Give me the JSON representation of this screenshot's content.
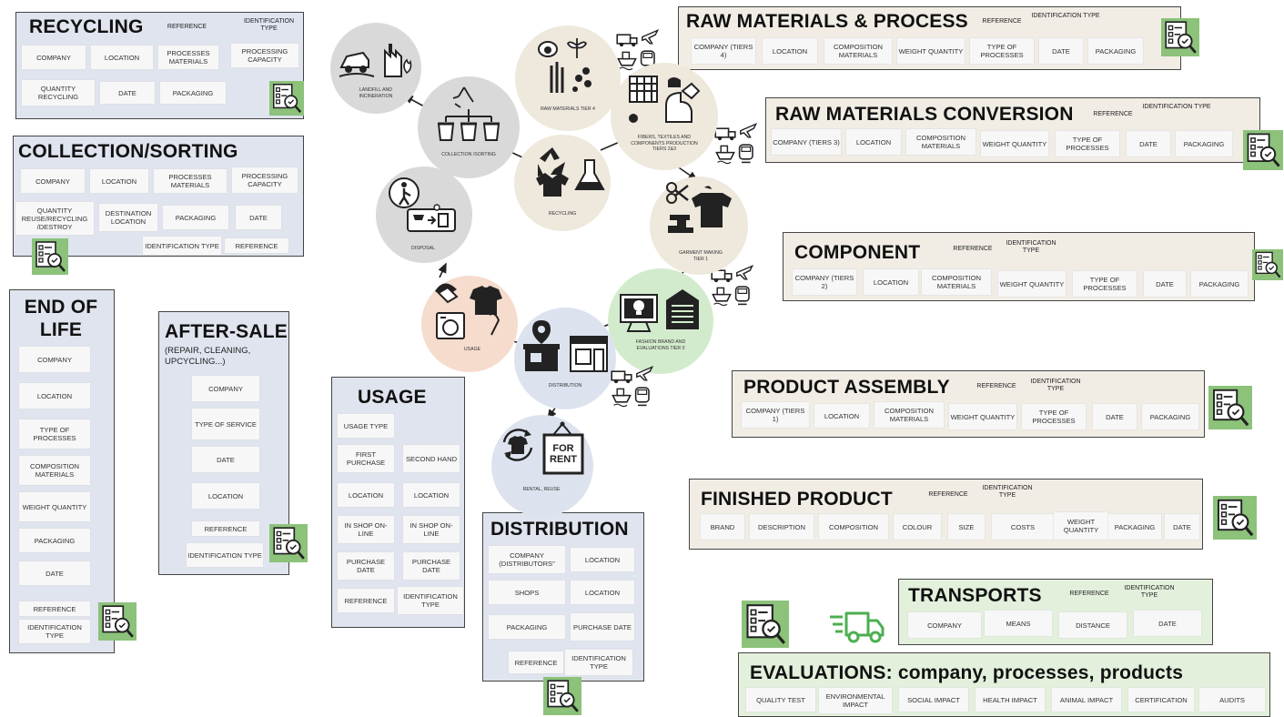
{
  "colors": {
    "panel_blue": "#dfe4ee",
    "panel_beige": "#f1ede5",
    "panel_green": "#e3f0dc",
    "icon_green": "#8cc27a"
  },
  "icons": [
    "checklist-search-icon",
    "truck-icon",
    "airplane-icon",
    "ship-icon",
    "train-icon",
    "delivery-truck-icon"
  ],
  "recycling": {
    "title": "RECYCLING",
    "reference": "REFERENCE",
    "identification_type": "IDENTIFICATION TYPE",
    "company": "COMPANY",
    "location": "LOCATION",
    "processes_materials": "PROCESSES MATERIALS",
    "processing_capacity": "PROCESSING CAPACITY",
    "quantity_recycling": "QUANTITY RECYCLING",
    "date": "DATE",
    "packaging": "PACKAGING"
  },
  "collection": {
    "title": "COLLECTION/SORTING",
    "company": "COMPANY",
    "location": "LOCATION",
    "processes_materials": "PROCESSES MATERIALS",
    "processing_capacity": "PROCESSING CAPACITY",
    "quantity": "QUANTITY REUSE/RECYCLING /DESTROY",
    "destination": "DESTINATION LOCATION",
    "packaging": "PACKAGING",
    "date": "DATE",
    "identification_type": "IDENTIFICATION TYPE",
    "reference": "REFERENCE"
  },
  "end_of_life": {
    "title": "END OF LIFE",
    "company": "COMPANY",
    "location": "LOCATION",
    "type_of_processes": "TYPE OF PROCESSES",
    "composition_materials": "COMPOSITION MATERIALS",
    "weight_quantity": "WEIGHT QUANTITY",
    "packaging": "PACKAGING",
    "date": "DATE",
    "reference": "REFERENCE",
    "identification_type": "IDENTIFICATION TYPE"
  },
  "after_sale": {
    "title": "AFTER-SALE",
    "subtitle": "(REPAIR, CLEANING, UPCYCLING...)",
    "company": "COMPANY",
    "type_of_service": "TYPE OF SERVICE",
    "date": "DATE",
    "location": "LOCATION",
    "reference": "REFERENCE",
    "identification_type": "IDENTIFICATION TYPE"
  },
  "usage": {
    "title": "USAGE",
    "usage_type": "USAGE TYPE",
    "first_purchase": "FIRST PURCHASE",
    "second_hand": "SECOND HAND",
    "location_1": "LOCATION",
    "location_2": "LOCATION",
    "in_shop_1": "IN SHOP ON-LINE",
    "in_shop_2": "IN SHOP ON-LINE",
    "purchase_date_1": "PURCHASE DATE",
    "purchase_date_2": "PURCHASE DATE",
    "reference": "REFERENCE",
    "identification_type": "IDENTIFICATION TYPE"
  },
  "distribution": {
    "title": "DISTRIBUTION",
    "company": "COMPANY (DISTRIBUTORS\"",
    "location_1": "LOCATION",
    "shops": "SHOPS",
    "location_2": "LOCATION",
    "packaging": "PACKAGING",
    "purchase_date": "PURCHASE DATE",
    "reference": "REFERENCE",
    "identification_type": "IDENTIFICATION TYPE"
  },
  "raw_materials_process": {
    "title": "RAW MATERIALS & PROCESS",
    "reference": "REFERENCE",
    "identification_type": "IDENTIFICATION TYPE",
    "company": "COMPANY (TIERS 4)",
    "location": "LOCATION",
    "composition_materials": "COMPOSITION MATERIALS",
    "weight_quantity": "WEIGHT QUANTITY",
    "type_of_processes": "TYPE OF PROCESSES",
    "date": "DATE",
    "packaging": "PACKAGING"
  },
  "raw_materials_conversion": {
    "title": "RAW MATERIALS CONVERSION",
    "reference": "REFERENCE",
    "identification_type": "IDENTIFICATION TYPE",
    "company": "COMPANY (TIERS 3)",
    "location": "LOCATION",
    "composition_materials": "COMPOSITION MATERIALS",
    "weight_quantity": "WEIGHT QUANTITY",
    "type_of_processes": "TYPE OF PROCESSES",
    "date": "DATE",
    "packaging": "PACKAGING"
  },
  "component": {
    "title": "COMPONENT",
    "reference": "REFERENCE",
    "identification_type": "IDENTIFICATION TYPE",
    "company": "COMPANY (TIERS 2)",
    "location": "LOCATION",
    "composition_materials": "COMPOSITION MATERIALS",
    "weight_quantity": "WEIGHT QUANTITY",
    "type_of_processes": "TYPE OF PROCESSES",
    "date": "DATE",
    "packaging": "PACKAGING"
  },
  "product_assembly": {
    "title": "PRODUCT ASSEMBLY",
    "reference": "REFERENCE",
    "identification_type": "IDENTIFICATION TYPE",
    "company": "COMPANY (TIERS 1)",
    "location": "LOCATION",
    "composition_materials": "COMPOSITION MATERIALS",
    "weight_quantity": "WEIGHT QUANTITY",
    "type_of_processes": "TYPE OF PROCESSES",
    "date": "DATE",
    "packaging": "PACKAGING"
  },
  "finished_product": {
    "title": "FINISHED PRODUCT",
    "reference": "REFERENCE",
    "identification_type": "IDENTIFICATION TYPE",
    "brand": "BRAND",
    "description": "DESCRIPTION",
    "composition": "COMPOSITION",
    "colour": "COLOUR",
    "size": "SIZE",
    "costs": "COSTS",
    "weight_quantity": "WEIGHT QUANTITY",
    "packaging": "PACKAGING",
    "date": "DATE"
  },
  "transports": {
    "title": "TRANSPORTS",
    "reference": "REFERENCE",
    "identification_type": "IDENTIFICATION TYPE",
    "company": "COMPANY",
    "means": "MEANS",
    "distance": "DISTANCE",
    "date": "DATE"
  },
  "evaluations": {
    "title": "EVALUATIONS: company, processes, products",
    "quality_test": "QUALITY TEST",
    "environmental_impact": "ENVIRONMENTAL IMPACT",
    "social_impact": "SOCIAL IMPACT",
    "health_impact": "HEALTH IMPACT",
    "animal_impact": "ANIMAL IMPACT",
    "certification": "CERTIFICATION",
    "audits": "AUDITS"
  },
  "cycle": {
    "landfill": "LANDFILL AND INCINERATION",
    "collection": "COLLECTION /SORTING",
    "raw_materials": "RAW MATERIALS TIER 4",
    "fibers": "FIBERS, TEXTILES AND COMPONENTS PRODUCTION TIERS 2&3",
    "recycling": "RECYCLING",
    "disposal": "DISPOSAL",
    "garment_making": "GARMENT MAKING TIER 1",
    "fashion_brand": "FASHION BRAND AND EVALUATIONS TIER 0",
    "usage": "USAGE",
    "distribution": "DISTRIBUTION",
    "rental": "RENTAL, REUSE",
    "for_rent": "FOR RENT"
  }
}
